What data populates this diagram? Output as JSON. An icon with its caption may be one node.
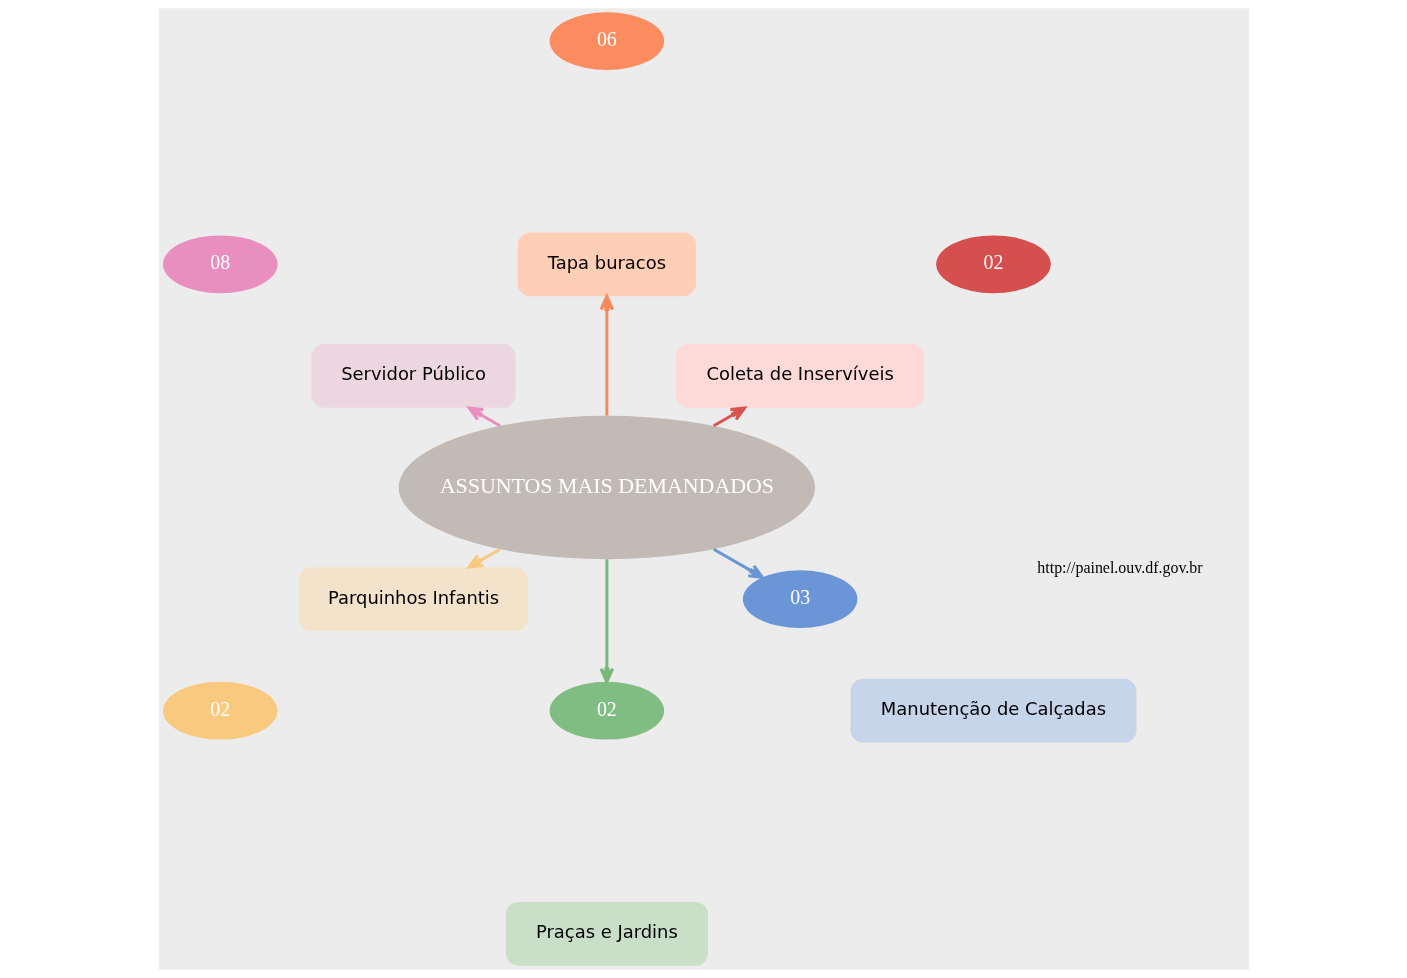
{
  "diagram": {
    "nodes": [
      {
        "text": [
          "ASSUNTOS MAIS DEMANDADOS"
        ]
      },
      {
        "text": [
          "02"
        ]
      },
      {
        "text": [
          "Coleta de Inservíveis"
        ]
      },
      {
        "text": [
          "06"
        ]
      },
      {
        "text": [
          "Tapa buracos"
        ]
      },
      {
        "text": [
          "08"
        ]
      },
      {
        "text": [
          "Servidor Público"
        ]
      },
      {
        "text": [
          "02"
        ]
      },
      {
        "text": [
          "Parquinhos Infantis"
        ]
      },
      {
        "text": [
          "02"
        ]
      },
      {
        "text": [
          "Praças e Jardins"
        ]
      },
      {
        "text": [
          "03"
        ]
      },
      {
        "text": [
          "Manutenção de Calçadas"
        ]
      }
    ],
    "edges": [
      {
        "from": 0,
        "to": 2,
        "arrow": "to",
        "color": "#d9534f"
      },
      {
        "from": 0,
        "to": 4,
        "arrow": "to",
        "color": "#f58a5a"
      },
      {
        "from": 0,
        "to": 8,
        "arrow": "to",
        "color": "#f9c97f"
      },
      {
        "from": 0,
        "to": 9,
        "arrow": "to",
        "color": "#79b87a"
      },
      {
        "from": 0,
        "to": 11,
        "arrow": "to",
        "color": "#6a95d6"
      },
      {
        "from": 0,
        "to": 6,
        "arrow": "to",
        "color": "#e88fbf"
      }
    ],
    "labels": [
      "http://painel.ouv.df.gov.br"
    ]
  }
}
